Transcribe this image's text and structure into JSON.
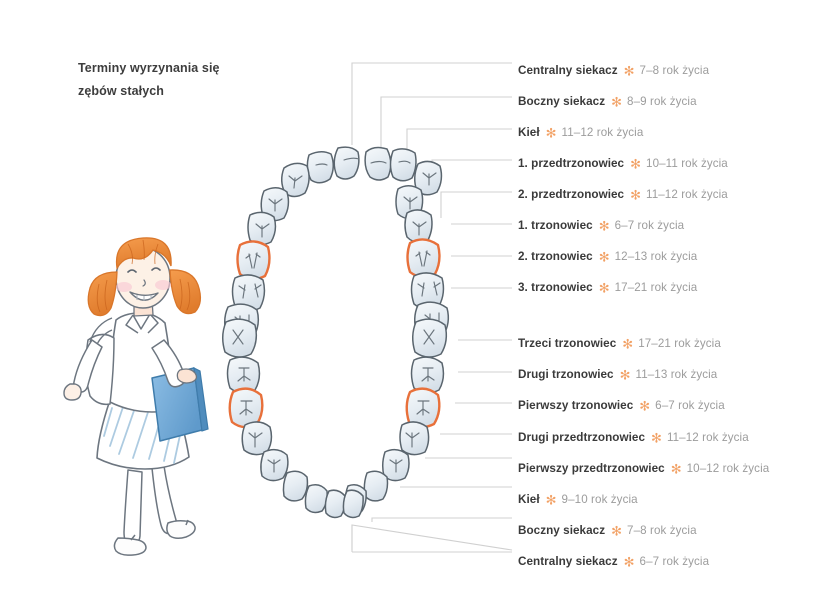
{
  "title": {
    "line1": "Terminy wyrzynania się",
    "line2": "zębów stałych"
  },
  "icons": {
    "bloom": "✻",
    "bloom_name": "flower-asterisk-icon"
  },
  "colors": {
    "tooth_fill": "#e3eaf0",
    "tooth_fill_light": "#f2f6f9",
    "tooth_outline": "#5a656e",
    "highlight_outline": "#e8703a",
    "leader_line": "#cfcfcf",
    "label_name": "#3a3a3a",
    "label_age": "#9c9c9c",
    "accent_star": "#f2a165",
    "hair": "#ef8c3c",
    "book": "#6fa8d4",
    "skin": "#fbe3d4",
    "background": "#ffffff"
  },
  "upper_labels": [
    {
      "name": "Centralny siekacz",
      "age": "7–8 rok życia"
    },
    {
      "name": "Boczny siekacz",
      "age": "8–9 rok życia"
    },
    {
      "name": "Kieł",
      "age": "11–12 rok życia"
    },
    {
      "name": "1. przedtrzonowiec",
      "age": "10–11 rok życia"
    },
    {
      "name": "2. przedtrzonowiec",
      "age": "11–12 rok życia"
    },
    {
      "name": "1. trzonowiec",
      "age": "6–7 rok życia"
    },
    {
      "name": "2. trzonowiec",
      "age": "12–13 rok życia"
    },
    {
      "name": "3. trzonowiec",
      "age": "17–21 rok życia"
    }
  ],
  "lower_labels": [
    {
      "name": "Trzeci trzonowiec",
      "age": "17–21 rok życia"
    },
    {
      "name": "Drugi trzonowiec",
      "age": "11–13 rok życia"
    },
    {
      "name": "Pierwszy trzonowiec",
      "age": "6–7 rok życia"
    },
    {
      "name": "Drugi przedtrzonowiec",
      "age": "11–12 rok życia"
    },
    {
      "name": "Pierwszy przedtrzonowiec",
      "age": "10–12 rok życia"
    },
    {
      "name": "Kieł",
      "age": "9–10 rok życia"
    },
    {
      "name": "Boczny siekacz",
      "age": "7–8 rok życia"
    },
    {
      "name": "Centralny siekacz",
      "age": "6–7 rok życia"
    }
  ],
  "illustration": {
    "subject": "schoolgirl-with-book",
    "description": "girl-with-pigtails-holding-blue-book"
  }
}
